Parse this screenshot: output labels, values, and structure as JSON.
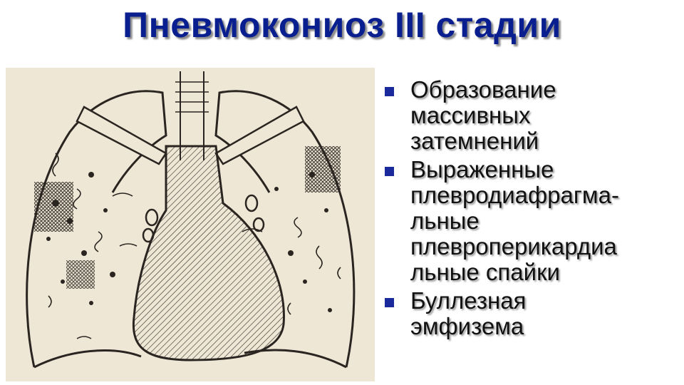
{
  "slide": {
    "title": "Пневмокониоз III стадии"
  },
  "bullets": [
    {
      "lines": [
        "Образование",
        "массивных",
        "затемнений"
      ]
    },
    {
      "lines": [
        "Выраженные",
        "плевродиафрагма-",
        "льные",
        "плевроперикардиа",
        "льные спайки"
      ]
    },
    {
      "lines": [
        "Буллезная",
        "эмфизема"
      ]
    }
  ],
  "colors": {
    "title": "#0a1f8f",
    "bullet_marker": "#1a2a9c",
    "text": "#111111",
    "figure_background": "#efe7d6",
    "ink": "#2a2520"
  }
}
